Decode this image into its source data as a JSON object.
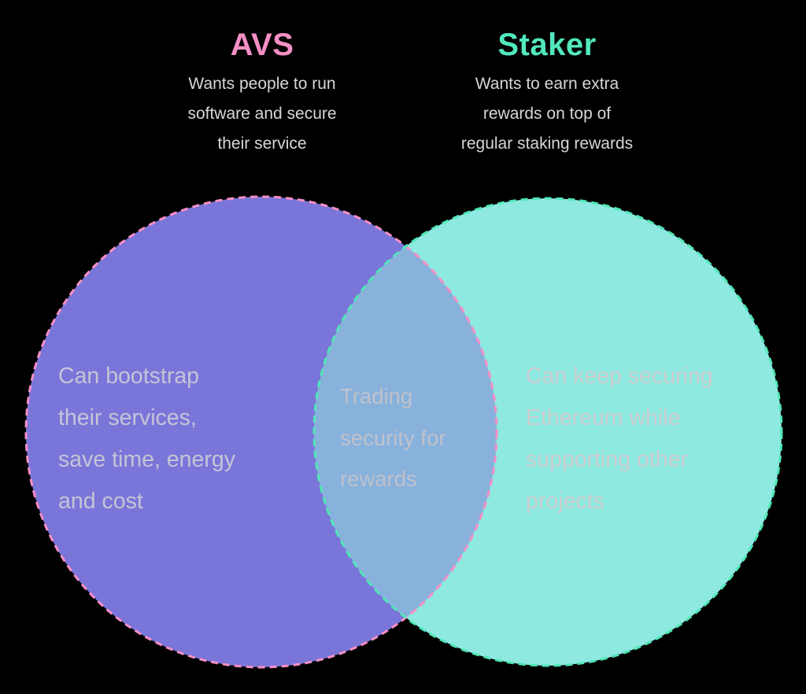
{
  "page": {
    "background": "#000000"
  },
  "header": {
    "avs": {
      "title": "AVS",
      "title_color": "#F48FC6",
      "subtitle_lines": {
        "0": "Wants people to run",
        "1": "software and secure",
        "2": "their service"
      }
    },
    "staker": {
      "title": "Staker",
      "title_color": "#52E8BE",
      "subtitle_lines": {
        "0": "Wants to earn extra",
        "1": "rewards on top of",
        "2": "regular staking rewards"
      }
    },
    "subtitle_color": "#D7D7D7"
  },
  "venn": {
    "avs_circle": {
      "fill": "#7A75D8",
      "border_color": "#F48FC6",
      "text_color": "#C5C4D7",
      "lines": {
        "0": "Can bootstrap",
        "1": "their services,",
        "2": "save time, energy",
        "3": "and cost"
      }
    },
    "staker_circle": {
      "fill": "#8EE9E1",
      "border_color": "#50E7B6",
      "text_color": "#CCCBCD",
      "lines": {
        "0": "Can keep securing",
        "1": "Ethereum while",
        "2": "supporting other",
        "3": "projects"
      }
    },
    "intersection": {
      "fill": "#88B1DC",
      "text_color": "#BEC2CB",
      "lines": {
        "0": "Trading",
        "1": "security for",
        "2": "rewards"
      }
    }
  }
}
